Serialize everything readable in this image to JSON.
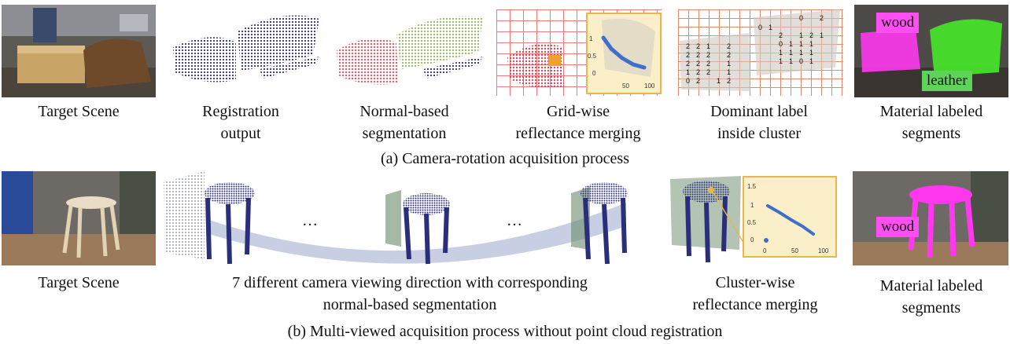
{
  "row_a": {
    "captions": {
      "target_scene": "Target Scene",
      "registration_line1": "Registration",
      "registration_line2": "output",
      "normal_line1": "Normal-based",
      "normal_line2": "segmentation",
      "grid_line1": "Grid-wise",
      "grid_line2": "reflectance merging",
      "dominant_line1": "Dominant label",
      "dominant_line2": "inside cluster",
      "material_line1": "Material labeled",
      "material_line2": "segments"
    },
    "title": "(a) Camera-rotation acquisition process",
    "tags": {
      "wood": "wood",
      "leather": "leather"
    },
    "inset_plot": {
      "y_ticks": [
        "1",
        "0.5",
        "0"
      ],
      "x_ticks": [
        "50",
        "100"
      ]
    }
  },
  "row_b": {
    "captions": {
      "target_scene": "Target Scene",
      "views_line1": "7 different camera viewing direction with corresponding",
      "views_line2": "normal-based segmentation",
      "cluster_line1": "Cluster-wise",
      "cluster_line2": "reflectance merging",
      "material_line1": "Material labeled",
      "material_line2": "segments"
    },
    "title": "(b) Multi-viewed acquisition process without point cloud registration",
    "ellipsis": "…",
    "tags": {
      "wood": "wood"
    },
    "inset_plot": {
      "y_ticks": [
        "1.5",
        "1",
        "0.5",
        "0"
      ],
      "x_ticks": [
        "0",
        "50",
        "100"
      ]
    }
  },
  "colors": {
    "point_blue": "#2b2f7a",
    "segment_red": "#d9606e",
    "segment_green": "#b9c98a",
    "magenta": "#ff38f0",
    "bright_green": "#46e02a",
    "inset_bg": "#fbefc9",
    "inset_border": "#e8b64a",
    "plot_blue": "#3f6fc8"
  }
}
